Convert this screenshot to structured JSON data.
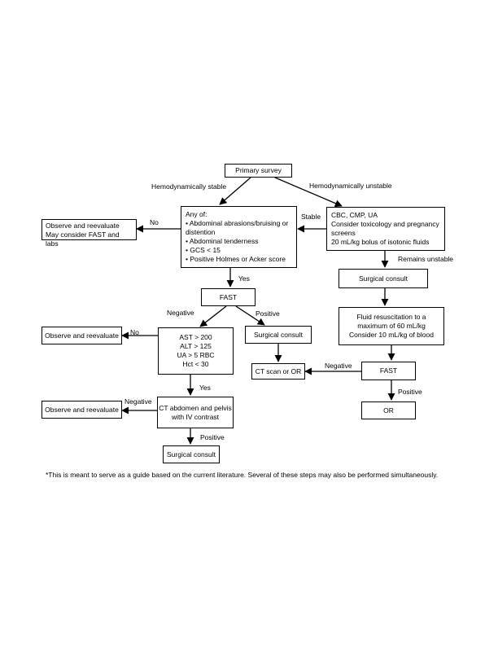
{
  "nodes": {
    "primary_survey": "Primary survey",
    "assessment": {
      "heading": "Any of:",
      "items": [
        "• Abdominal abrasions/bruising or distention",
        "• Abdominal tenderness",
        "• GCS < 15",
        "• Positive Holmes or Acker score"
      ]
    },
    "labs_unstable": [
      "CBC, CMP, UA",
      "Consider toxicology and pregnancy screens",
      "20 mL/kg bolus of isotonic fluids"
    ],
    "observe_labs": [
      "Observe and reevaluate",
      "May consider FAST and labs"
    ],
    "fast_left": "FAST",
    "surgical_consult_right": "Surgical consult",
    "fluid_resuscitation": [
      "Fluid resuscitation to a",
      "maximum of 60 mL/kg",
      "Consider 10 mL/kg of blood"
    ],
    "observe_2": "Observe and reevaluate",
    "lab_values": [
      "AST > 200",
      "ALT > 125",
      "UA > 5 RBC",
      "Hct < 30"
    ],
    "surgical_consult_mid": "Surgical consult",
    "ct_scan_or": "CT scan or OR",
    "fast_right": "FAST",
    "observe_3": "Observe and reevaluate",
    "ct_abdomen": [
      "CT abdomen and pelvis",
      "with IV contrast"
    ],
    "or_box": "OR",
    "surgical_consult_bottom": "Surgical consult"
  },
  "edge_labels": {
    "stable_top": "Hemodynamically stable",
    "unstable_top": "Hemodynamically unstable",
    "no_1": "No",
    "stable": "Stable",
    "remains_unstable": "Remains unstable",
    "yes_1": "Yes",
    "negative_1": "Negative",
    "positive_1": "Positive",
    "no_2": "No",
    "negative_2": "Negative",
    "positive_2": "Positive",
    "yes_2": "Yes",
    "negative_3": "Negative",
    "positive_3": "Positive"
  },
  "footnote": "*This is meant to serve as a guide based on the current literature. Several of these steps may also be performed simultaneously."
}
